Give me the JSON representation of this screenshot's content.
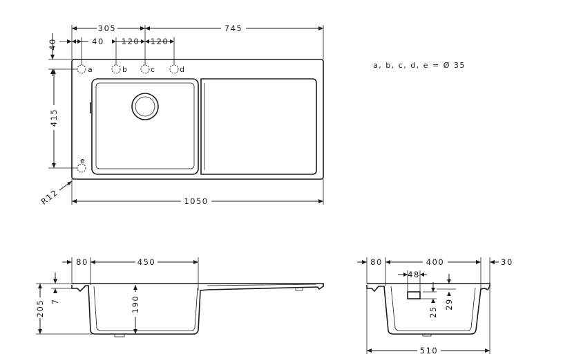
{
  "top_view": {
    "dims": {
      "d305": "305",
      "d745": "745",
      "d40_left": "40",
      "d40_inner": "40",
      "d120_a": "120",
      "d120_b": "120",
      "d415": "415",
      "d1050": "1050",
      "r12": "R12"
    },
    "holes": {
      "a": "a",
      "b": "b",
      "c": "c",
      "d": "d",
      "e": "e"
    }
  },
  "legend": "a, b, c, d, e = Ø 35",
  "side_view": {
    "dims": {
      "d80": "80",
      "d450": "450",
      "d205": "205",
      "d7": "7",
      "d190": "190"
    }
  },
  "end_view": {
    "dims": {
      "d80": "80",
      "d400": "400",
      "d30": "30",
      "d48": "48",
      "d25": "25",
      "d29": "29",
      "d510": "510"
    }
  }
}
